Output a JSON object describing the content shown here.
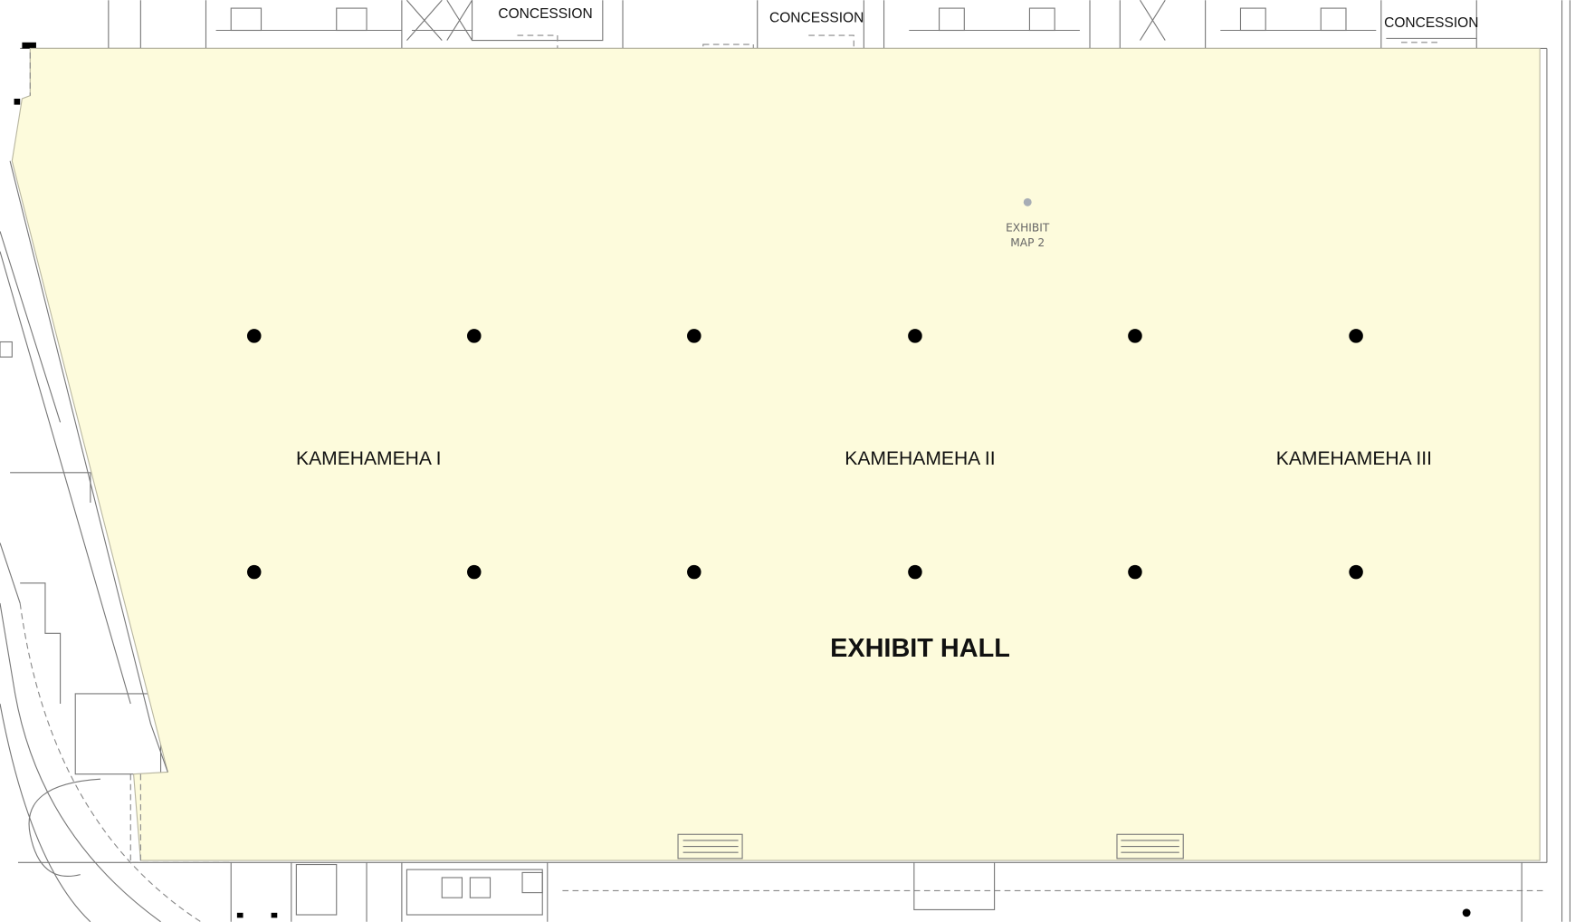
{
  "map": {
    "hall_title": "EXHIBIT HALL",
    "rooms": [
      {
        "label": "KAMEHAMEHA I"
      },
      {
        "label": "KAMEHAMEHA II"
      },
      {
        "label": "KAMEHAMEHA III"
      }
    ],
    "concessions": [
      "CONCESSION",
      "CONCESSION",
      "CONCESSION"
    ],
    "exhibit_marker": {
      "line1": "EXHIBIT",
      "line2": "MAP 2"
    },
    "colors": {
      "hall_fill": "#fdfbdc",
      "column": "#000000",
      "marker": "#a7adb5",
      "marker_text": "#666666"
    }
  }
}
